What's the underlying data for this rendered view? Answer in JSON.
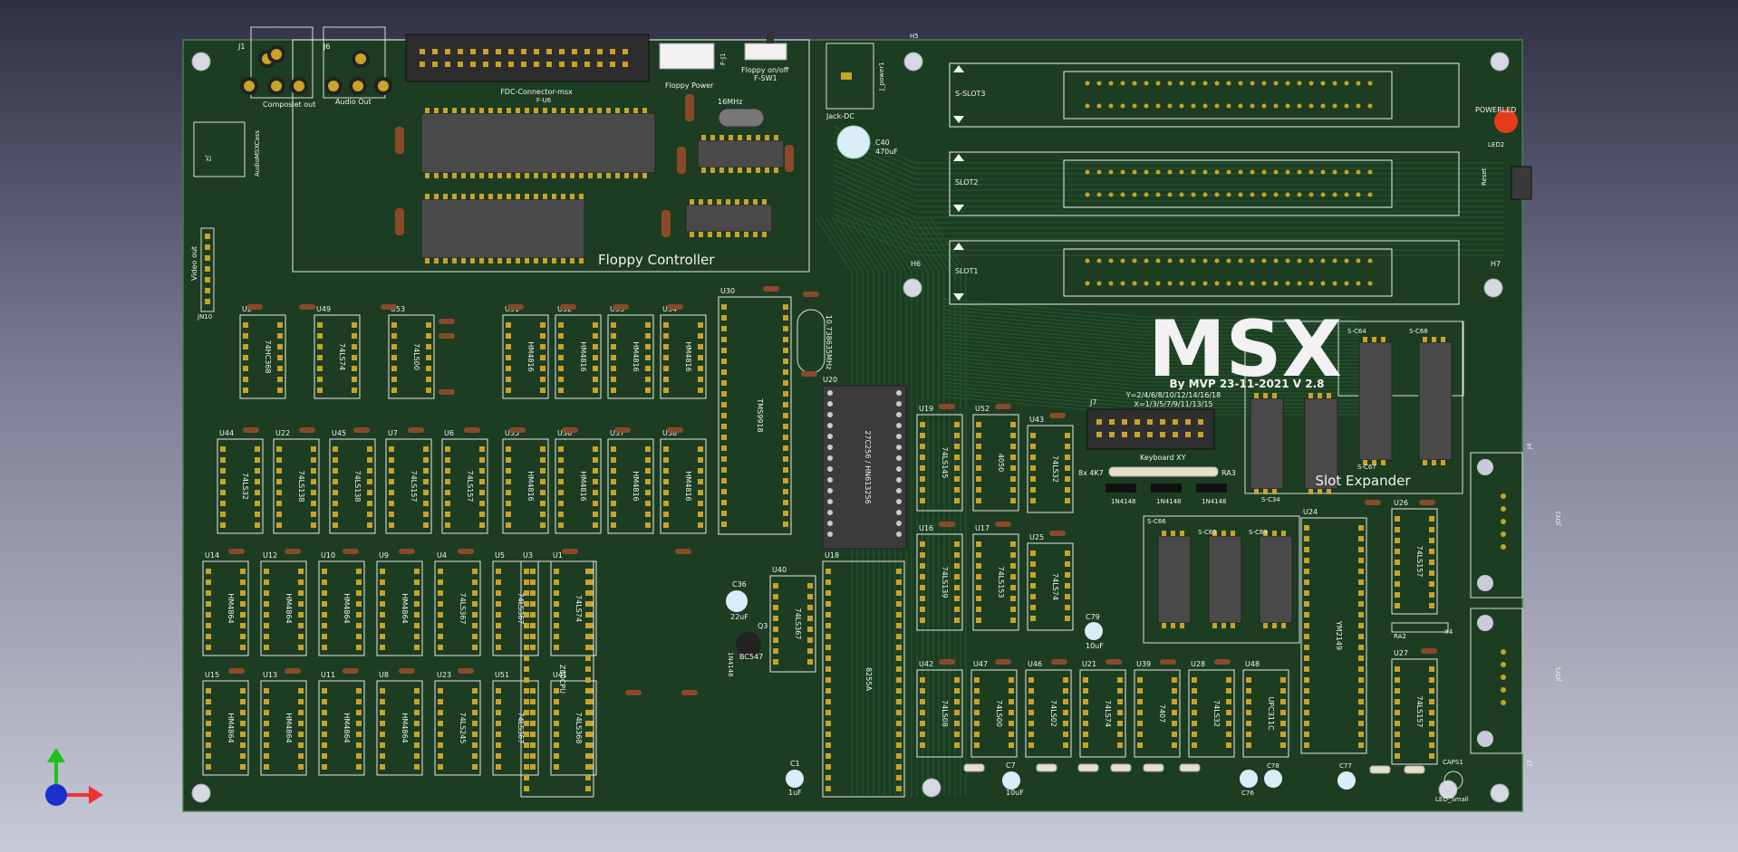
{
  "colors": {
    "board": "#1c3d22",
    "trace": "#2a5a30",
    "silk": "#f2f2f2",
    "chip": "#4a4a4a",
    "pad": "#c9a227",
    "cap": "#8a4a2a",
    "led": "#e43b1d",
    "socket": "#3b3b3b"
  },
  "board": {
    "title": "MSX",
    "byline": "By MVP 23-11-2021 V 2.8",
    "floppy_controller": "Floppy Controller",
    "slot_expander": "Slot Expander",
    "slots": [
      "S-SLOT3",
      "SLOT2",
      "SLOT1"
    ],
    "keyboard": {
      "ref": "J7",
      "lines1": "Y=2/4/6/8/10/12/14/16/18",
      "lines2": "X=1/3/5/7/9/11/13/15",
      "name": "Keyboard XY"
    },
    "connectors": {
      "composite": "Composiet out",
      "audio": "Audio Out",
      "fdc": "FDC-Connector-msx",
      "floppy_power": "Floppy Power",
      "floppy_switch": "Floppy on/off",
      "floppy_switch_ref": "F-SW1",
      "jack_dc": "Jack-DC",
      "power": "J_power1",
      "powerled": "POWERLED",
      "led2": "LED2",
      "reset": "Reset",
      "video_out": "Video out",
      "jn10": "JN10",
      "audio_msx": "AudioMSXCass",
      "j1": "J1",
      "j6": "J6",
      "j2": "J2",
      "caps1": "CAPS1",
      "led_small": "LED_Small",
      "joy1": "JOY1",
      "joy2": "JOY2",
      "j3": "J3",
      "j4": "J4"
    },
    "holes": [
      "H5",
      "H6",
      "H7"
    ],
    "crystals": [
      "16MHz",
      "10.738635MHz"
    ],
    "row1": [
      {
        "ref": "U2",
        "part": "74HC368"
      },
      {
        "ref": "U49",
        "part": "74LS74"
      },
      {
        "ref": "U53",
        "part": "74LS00"
      },
      {
        "ref": "U31",
        "part": "HM4816"
      },
      {
        "ref": "U32",
        "part": "HM4816"
      },
      {
        "ref": "U33",
        "part": "HM4816"
      },
      {
        "ref": "U34",
        "part": "HM4816"
      }
    ],
    "row2": [
      {
        "ref": "U44",
        "part": "74LS32"
      },
      {
        "ref": "U22",
        "part": "74LS138"
      },
      {
        "ref": "U45",
        "part": "74LS138"
      },
      {
        "ref": "U7",
        "part": "74LS157"
      },
      {
        "ref": "U6",
        "part": "74LS157"
      },
      {
        "ref": "U35",
        "part": "HM4816"
      },
      {
        "ref": "U36",
        "part": "HM4816"
      },
      {
        "ref": "U37",
        "part": "HM4816"
      },
      {
        "ref": "U38",
        "part": "HM4816"
      }
    ],
    "row3": [
      {
        "ref": "U14",
        "part": "HM4864"
      },
      {
        "ref": "U12",
        "part": "HM4864"
      },
      {
        "ref": "U10",
        "part": "HM4864"
      },
      {
        "ref": "U9",
        "part": "HM4864"
      },
      {
        "ref": "U4",
        "part": "74LS367"
      },
      {
        "ref": "U5",
        "part": "74LS367"
      },
      {
        "ref": "U1",
        "part": "74LS74"
      }
    ],
    "row4": [
      {
        "ref": "U15",
        "part": "HM4864"
      },
      {
        "ref": "U13",
        "part": "HM4864"
      },
      {
        "ref": "U11",
        "part": "HM4864"
      },
      {
        "ref": "U8",
        "part": "HM4864"
      },
      {
        "ref": "U23",
        "part": "74LS245"
      },
      {
        "ref": "U51",
        "part": "74LS367"
      },
      {
        "ref": "U41",
        "part": "74LS368"
      }
    ],
    "big_chips": [
      {
        "ref": "U3",
        "part": "Z80CPU"
      },
      {
        "ref": "U30",
        "part": "TMS9918"
      },
      {
        "ref": "U18",
        "part": "8255A"
      },
      {
        "ref": "U20",
        "part": "27C256 / HN613256"
      },
      {
        "ref": "U24",
        "part": "YM2149"
      }
    ],
    "logic_mid": [
      {
        "ref": "U19",
        "part": "74LS145"
      },
      {
        "ref": "U52",
        "part": "4050"
      },
      {
        "ref": "U43",
        "part": "74LS32"
      },
      {
        "ref": "U16",
        "part": "74LS139"
      },
      {
        "ref": "U17",
        "part": "74LS153"
      },
      {
        "ref": "U25",
        "part": "74LS74"
      },
      {
        "ref": "U40",
        "part": "74LS367"
      },
      {
        "ref": "U26",
        "part": "74LS157"
      },
      {
        "ref": "U27",
        "part": "74LS157"
      }
    ],
    "logic_bottom": [
      {
        "ref": "U42",
        "part": "74LS08"
      },
      {
        "ref": "U47",
        "part": "74LS00"
      },
      {
        "ref": "U46",
        "part": "74LS02"
      },
      {
        "ref": "U21",
        "part": "74LS74"
      },
      {
        "ref": "U39",
        "part": "7407"
      },
      {
        "ref": "U28",
        "part": "74LS32"
      },
      {
        "ref": "U48",
        "part": "UPC311C"
      }
    ],
    "expander_caps": [
      "S-C64",
      "S-C68",
      "S-C67",
      "S-C34",
      "S-C66",
      "S-C65",
      "S-C69"
    ],
    "misc": {
      "q3": "Q3",
      "bc547": "BC547",
      "c36": "C36",
      "c36v": "22uF",
      "c40": "C40",
      "c40v": "470uF",
      "c79": "C79",
      "c79v": "10uF",
      "c1": "C1",
      "c1v": "1uF",
      "c7": "C7",
      "c7v": "10uF",
      "c76": "C76",
      "c78": "C78",
      "c77": "C77",
      "diode": "1N4148",
      "ra3": "RA3",
      "ra2": "RA2",
      "rnet": "8x 4K7",
      "x4": "X4",
      "u20": "U20",
      "f_u6": "F-U6",
      "f_j1": "F-J1"
    }
  }
}
